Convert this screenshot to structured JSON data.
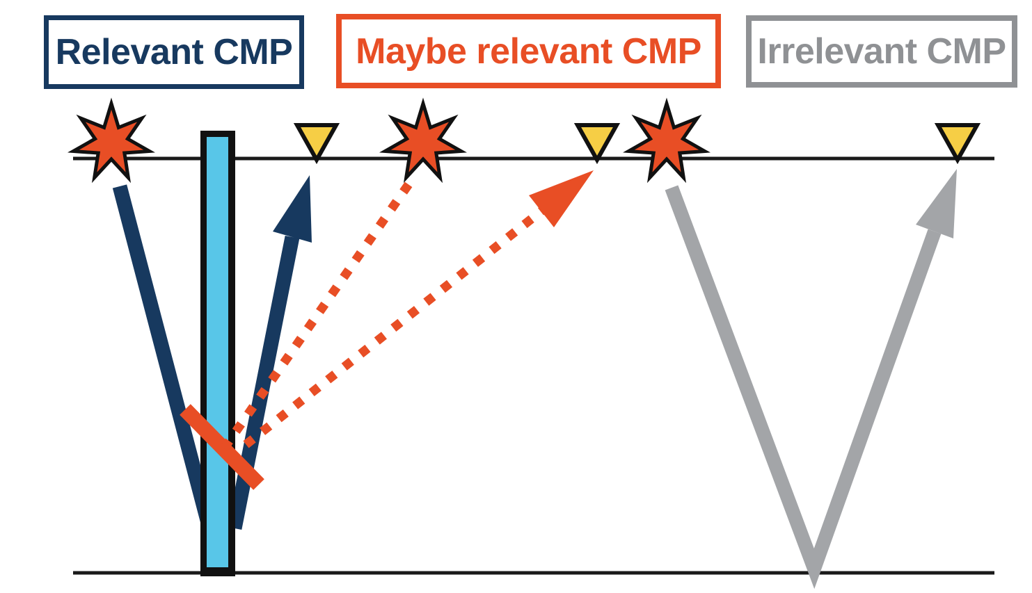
{
  "legend": {
    "relevant": {
      "label": "Relevant CMP",
      "color": "#17395F"
    },
    "maybe": {
      "label": "Maybe relevant CMP",
      "color": "#E84E25"
    },
    "irrelevant": {
      "label": "Irrelevant CMP",
      "color": "#8F9194"
    }
  },
  "colors": {
    "navy": "#17395F",
    "orange": "#E84E25",
    "gray_arrow": "#A3A5A8",
    "gray_label": "#8F9194",
    "cyan": "#58C6E8",
    "yellow": "#F6CE45",
    "ink": "#111111",
    "line": "#1A1A1A",
    "bg": "#FFFFFF"
  },
  "diagram": {
    "sources": {
      "icon": "burst-source-icon",
      "count": 3
    },
    "receivers": {
      "icon": "triangle-receiver-icon",
      "count": 3
    },
    "borehole": {
      "icon": "borehole-bar",
      "fill": "#58C6E8"
    },
    "raypaths": [
      {
        "name": "relevant-raypath",
        "style": "solid",
        "color": "#17395F",
        "arrowhead": true
      },
      {
        "name": "maybe-raypath-to-source",
        "style": "dashed",
        "color": "#E84E25",
        "arrowhead": false
      },
      {
        "name": "maybe-raypath-to-receiver",
        "style": "dashed",
        "color": "#E84E25",
        "arrowhead": true
      },
      {
        "name": "irrelevant-raypath",
        "style": "solid",
        "color": "#A3A5A8",
        "arrowhead": true
      }
    ],
    "reflector": {
      "name": "reflector-segment",
      "color": "#E84E25"
    }
  }
}
